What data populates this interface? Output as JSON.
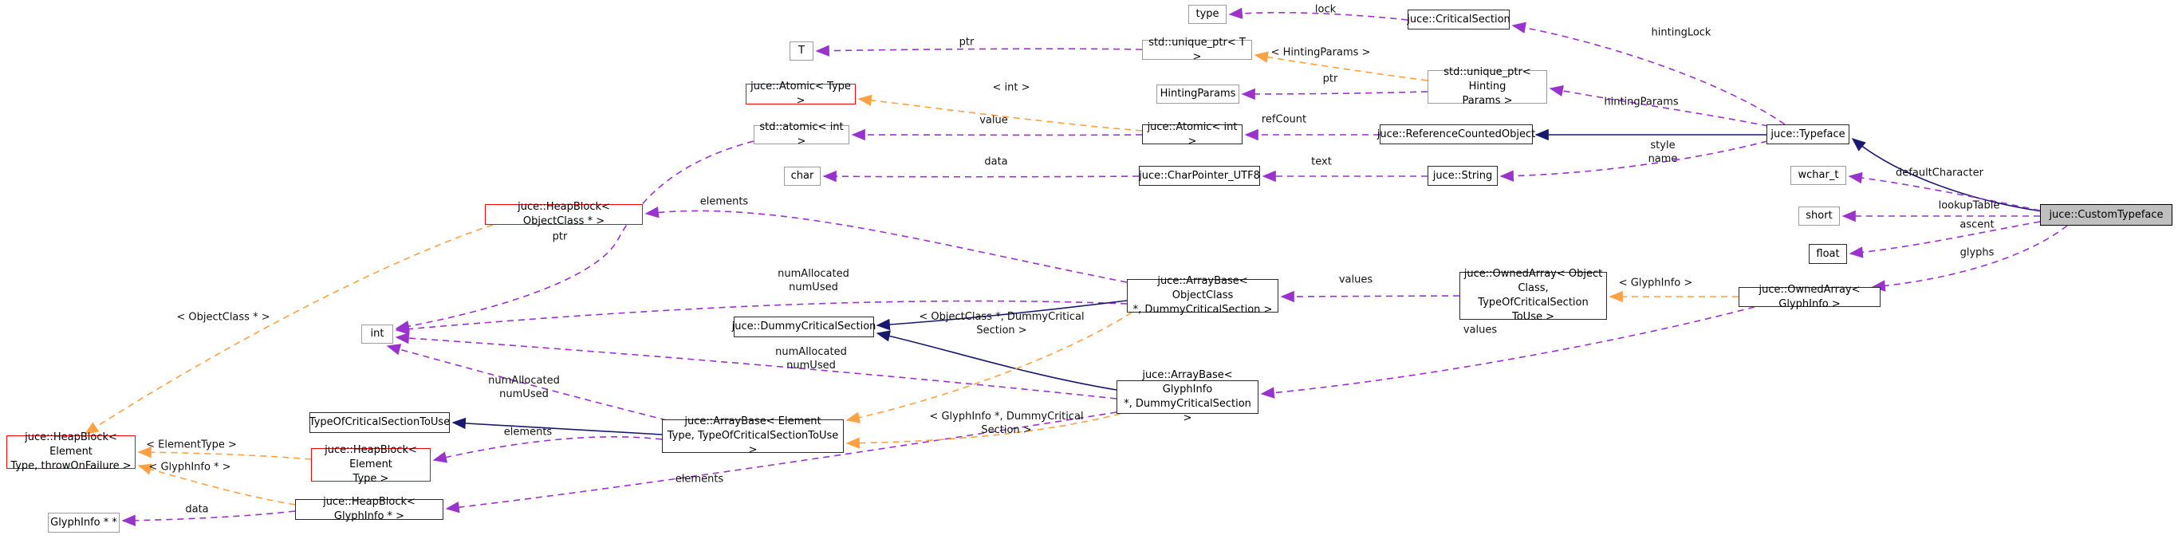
{
  "diagram": {
    "kind": "doxygen-collaboration-graph",
    "focus_class": "juce::CustomTypeface",
    "colors": {
      "usage_edge": "#9a32cd",
      "template_edge": "#ffa042",
      "inheritance_edge": "#191970",
      "documented_border": "#2a2a2a",
      "external_border": "#9c9c9c",
      "truncated_border": "#ff0000",
      "focus_fill": "#bfbfbf",
      "background": "#ffffff"
    },
    "nodes": [
      {
        "id": "type_box",
        "label": "type",
        "kind": "external"
      },
      {
        "id": "critical_section",
        "label": "juce::CriticalSection",
        "kind": "class"
      },
      {
        "id": "t_param",
        "label": "T",
        "kind": "external"
      },
      {
        "id": "unique_ptr_t",
        "label": "std::unique_ptr< T >",
        "kind": "external"
      },
      {
        "id": "atomic_type",
        "label": "juce::Atomic< Type >",
        "kind": "truncated"
      },
      {
        "id": "hinting_params",
        "label": "HintingParams",
        "kind": "external"
      },
      {
        "id": "unique_ptr_hinting",
        "label": "std::unique_ptr< Hinting\nParams >",
        "kind": "external"
      },
      {
        "id": "std_atomic_int",
        "label": "std::atomic< int >",
        "kind": "external"
      },
      {
        "id": "atomic_int",
        "label": "juce::Atomic< int >",
        "kind": "class"
      },
      {
        "id": "reference_counted_object",
        "label": "juce::ReferenceCountedObject",
        "kind": "class"
      },
      {
        "id": "typeface",
        "label": "juce::Typeface",
        "kind": "class"
      },
      {
        "id": "char_box",
        "label": "char",
        "kind": "external"
      },
      {
        "id": "char_pointer_utf8",
        "label": "juce::CharPointer_UTF8",
        "kind": "class"
      },
      {
        "id": "string",
        "label": "juce::String",
        "kind": "class"
      },
      {
        "id": "wchar_t_box",
        "label": "wchar_t",
        "kind": "external"
      },
      {
        "id": "heap_block_object_class",
        "label": "juce::HeapBlock< ObjectClass * >",
        "kind": "truncated"
      },
      {
        "id": "short_box",
        "label": "short",
        "kind": "external"
      },
      {
        "id": "custom_typeface",
        "label": "juce::CustomTypeface",
        "kind": "highlight"
      },
      {
        "id": "float_box",
        "label": "float",
        "kind": "class"
      },
      {
        "id": "owned_array_object_class",
        "label": "juce::OwnedArray< Object\nClass, TypeOfCriticalSection\nToUse >",
        "kind": "class"
      },
      {
        "id": "owned_array_glyph_info",
        "label": "juce::OwnedArray< GlyphInfo >",
        "kind": "class"
      },
      {
        "id": "array_base_object_class",
        "label": "juce::ArrayBase< ObjectClass\n*, DummyCriticalSection >",
        "kind": "class"
      },
      {
        "id": "dummy_critical_section",
        "label": "juce::DummyCriticalSection",
        "kind": "class"
      },
      {
        "id": "int_box",
        "label": "int",
        "kind": "external"
      },
      {
        "id": "array_base_glyph_info",
        "label": "juce::ArrayBase< GlyphInfo\n*, DummyCriticalSection >",
        "kind": "class"
      },
      {
        "id": "type_of_critical_section_to_use",
        "label": "TypeOfCriticalSectionToUse",
        "kind": "class"
      },
      {
        "id": "array_base_element_type",
        "label": "juce::ArrayBase< Element\nType, TypeOfCriticalSectionToUse >",
        "kind": "class"
      },
      {
        "id": "heap_block_element_throw",
        "label": "juce::HeapBlock< Element\nType, throwOnFailure >",
        "kind": "truncated"
      },
      {
        "id": "heap_block_element_type",
        "label": "juce::HeapBlock< Element\nType >",
        "kind": "truncated"
      },
      {
        "id": "heap_block_glyph_info",
        "label": "juce::HeapBlock< GlyphInfo * >",
        "kind": "class"
      },
      {
        "id": "glyph_info_pp",
        "label": "GlyphInfo * *",
        "kind": "external"
      }
    ],
    "edges": [
      {
        "from": "critical_section",
        "to": "type_box",
        "label": "lock",
        "kind": "usage"
      },
      {
        "from": "unique_ptr_t",
        "to": "t_param",
        "label": "ptr",
        "kind": "usage"
      },
      {
        "from": "unique_ptr_hinting",
        "to": "unique_ptr_t",
        "label": "< HintingParams >",
        "kind": "template"
      },
      {
        "from": "atomic_int",
        "to": "atomic_type",
        "label": "< int >",
        "kind": "template"
      },
      {
        "from": "unique_ptr_hinting",
        "to": "hinting_params",
        "label": "ptr",
        "kind": "usage"
      },
      {
        "from": "typeface",
        "to": "unique_ptr_hinting",
        "label": "hintingParams",
        "kind": "usage"
      },
      {
        "from": "typeface",
        "to": "critical_section",
        "label": "hintingLock",
        "kind": "usage"
      },
      {
        "from": "atomic_int",
        "to": "std_atomic_int",
        "label": "value",
        "kind": "usage"
      },
      {
        "from": "reference_counted_object",
        "to": "atomic_int",
        "label": "refCount",
        "kind": "usage"
      },
      {
        "from": "typeface",
        "to": "string",
        "label": "style\nname",
        "kind": "usage"
      },
      {
        "from": "typeface",
        "to": "reference_counted_object",
        "label": "",
        "kind": "inheritance"
      },
      {
        "from": "string",
        "to": "char_pointer_utf8",
        "label": "text",
        "kind": "usage"
      },
      {
        "from": "char_pointer_utf8",
        "to": "char_box",
        "label": "data",
        "kind": "usage"
      },
      {
        "from": "custom_typeface",
        "to": "typeface",
        "label": "",
        "kind": "inheritance"
      },
      {
        "from": "custom_typeface",
        "to": "wchar_t_box",
        "label": "defaultCharacter",
        "kind": "usage"
      },
      {
        "from": "custom_typeface",
        "to": "short_box",
        "label": "lookupTable",
        "kind": "usage"
      },
      {
        "from": "custom_typeface",
        "to": "float_box",
        "label": "ascent",
        "kind": "usage"
      },
      {
        "from": "custom_typeface",
        "to": "owned_array_glyph_info",
        "label": "glyphs",
        "kind": "usage"
      },
      {
        "from": "owned_array_glyph_info",
        "to": "owned_array_object_class",
        "label": "< GlyphInfo >",
        "kind": "template"
      },
      {
        "from": "owned_array_object_class",
        "to": "array_base_object_class",
        "label": "values",
        "kind": "usage"
      },
      {
        "from": "owned_array_glyph_info",
        "to": "array_base_glyph_info",
        "label": "values",
        "kind": "usage"
      },
      {
        "from": "array_base_object_class",
        "to": "heap_block_object_class",
        "label": "elements",
        "kind": "usage"
      },
      {
        "from": "array_base_object_class",
        "to": "int_box",
        "label": "numAllocated\nnumUsed",
        "kind": "usage"
      },
      {
        "from": "array_base_glyph_info",
        "to": "int_box",
        "label": "numAllocated\nnumUsed",
        "kind": "usage"
      },
      {
        "from": "array_base_element_type",
        "to": "int_box",
        "label": "numAllocated\nnumUsed",
        "kind": "usage"
      },
      {
        "from": "std_atomic_int",
        "to": "int_box",
        "label": "ptr",
        "kind": "usage"
      },
      {
        "from": "array_base_element_type",
        "to": "heap_block_element_type",
        "label": "elements",
        "kind": "usage"
      },
      {
        "from": "array_base_glyph_info",
        "to": "heap_block_glyph_info",
        "label": "elements",
        "kind": "usage"
      },
      {
        "from": "heap_block_glyph_info",
        "to": "glyph_info_pp",
        "label": "data",
        "kind": "usage"
      },
      {
        "from": "array_base_element_type",
        "to": "type_of_critical_section_to_use",
        "label": "",
        "kind": "inheritance"
      },
      {
        "from": "array_base_object_class",
        "to": "dummy_critical_section",
        "label": "",
        "kind": "inheritance"
      },
      {
        "from": "array_base_glyph_info",
        "to": "dummy_critical_section",
        "label": "",
        "kind": "inheritance"
      },
      {
        "from": "array_base_object_class",
        "to": "array_base_element_type",
        "label": "< ObjectClass *, DummyCritical\nSection >",
        "kind": "template"
      },
      {
        "from": "array_base_glyph_info",
        "to": "array_base_element_type",
        "label": "< GlyphInfo *, DummyCritical\nSection >",
        "kind": "template"
      },
      {
        "from": "heap_block_object_class",
        "to": "heap_block_element_throw",
        "label": "< ObjectClass * >",
        "kind": "template"
      },
      {
        "from": "heap_block_element_type",
        "to": "heap_block_element_throw",
        "label": "< ElementType >",
        "kind": "template"
      },
      {
        "from": "heap_block_glyph_info",
        "to": "heap_block_element_throw",
        "label": "< GlyphInfo * >",
        "kind": "template"
      }
    ]
  }
}
